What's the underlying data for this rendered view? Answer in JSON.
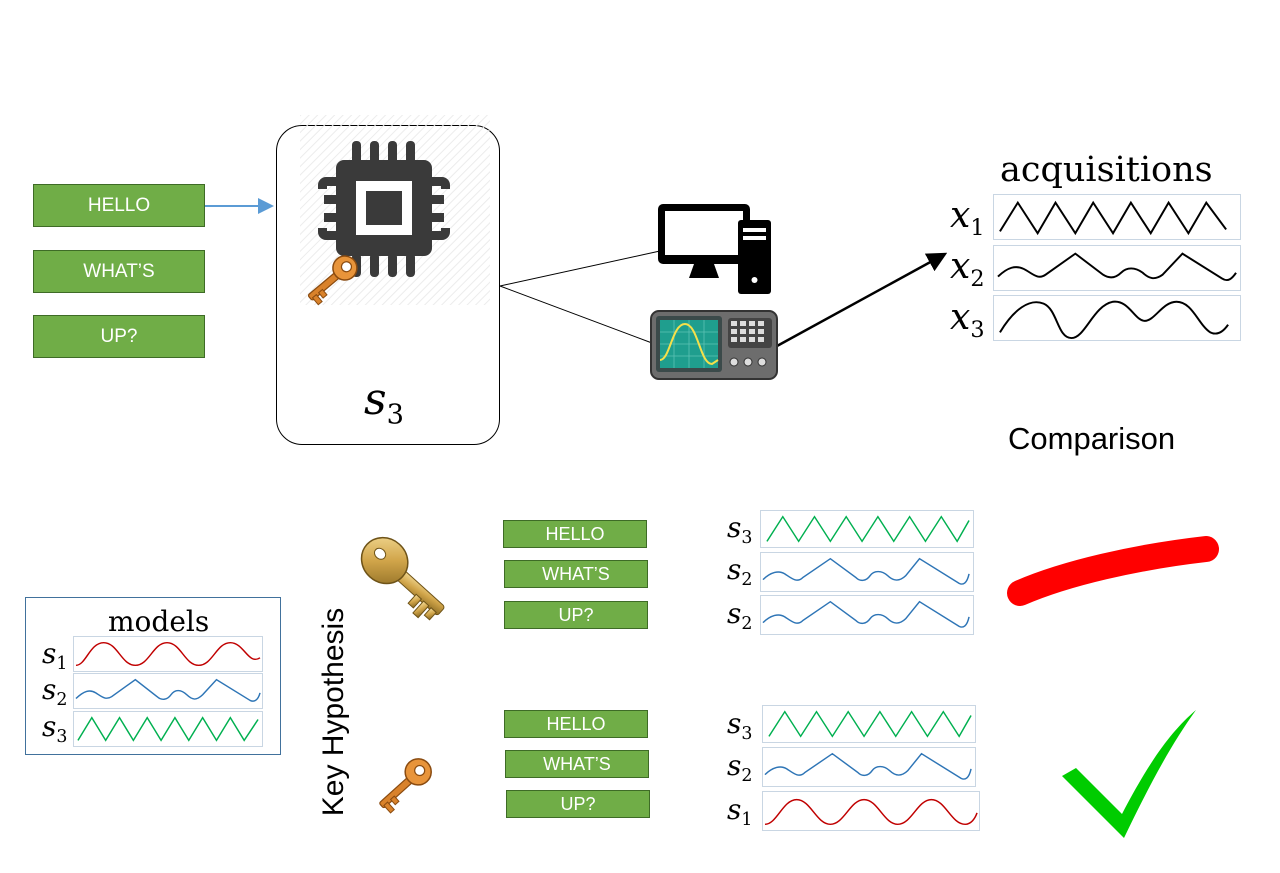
{
  "plaintext_messages": [
    "HELLO",
    "WHAT’S",
    "UP?"
  ],
  "device": {
    "secret_label": "s",
    "secret_subscript": "3"
  },
  "acquisitions": {
    "title": "acquisitions",
    "labels": [
      {
        "var": "x",
        "sub": "1"
      },
      {
        "var": "x",
        "sub": "2"
      },
      {
        "var": "x",
        "sub": "3"
      }
    ]
  },
  "comparison_title": "Comparison",
  "models": {
    "title": "models",
    "labels": [
      {
        "var": "s",
        "sub": "1",
        "color": "#c00000"
      },
      {
        "var": "s",
        "sub": "2",
        "color": "#2e75b6"
      },
      {
        "var": "s",
        "sub": "3",
        "color": "#00b050"
      }
    ]
  },
  "key_hypothesis_label": "Key Hypothesis",
  "hypotheses": [
    {
      "messages": [
        "HELLO",
        "WHAT’S",
        "UP?"
      ],
      "predicted": [
        {
          "var": "s",
          "sub": "3"
        },
        {
          "var": "s",
          "sub": "2"
        },
        {
          "var": "s",
          "sub": "2"
        }
      ],
      "result": "mismatch",
      "result_color": "#ff0000"
    },
    {
      "messages": [
        "HELLO",
        "WHAT’S",
        "UP?"
      ],
      "predicted": [
        {
          "var": "s",
          "sub": "3"
        },
        {
          "var": "s",
          "sub": "2"
        },
        {
          "var": "s",
          "sub": "1"
        }
      ],
      "result": "match",
      "result_color": "#00cc00"
    }
  ],
  "colors": {
    "message_box": "#70ad47",
    "arrow": "#5b9bd5",
    "triangle_wave": "#00b050",
    "blue_wave": "#2e75b6",
    "sine_wave": "#c00000"
  }
}
